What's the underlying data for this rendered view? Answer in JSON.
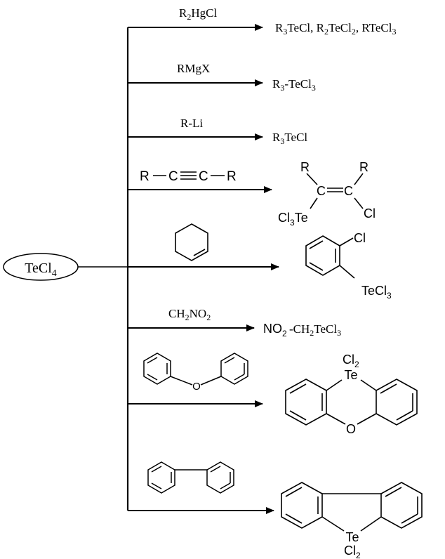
{
  "start_reagent": "TeCl",
  "start_reagent_sub": "4",
  "reactions": [
    {
      "reagent": "R2HgCl",
      "product": "R3TeCl, R2TeCl2, RTeCl3"
    },
    {
      "reagent": "RMgX",
      "product": "R3-TeCl3"
    },
    {
      "reagent": "R-Li",
      "product": "R3TeCl"
    },
    {
      "reagent": "R—C≡C—R",
      "product_atoms": [
        "R",
        "R",
        "C",
        "C",
        "Cl3Te",
        "Cl"
      ]
    },
    {
      "reagent": "cyclohexene",
      "product_atoms": [
        "Cl",
        "TeCl3"
      ]
    },
    {
      "reagent": "CH2NO2",
      "product": "NO2-CH2TeCl3"
    },
    {
      "reagent": "diphenyl ether",
      "product_atoms": [
        "Cl2",
        "Te",
        "O"
      ]
    },
    {
      "reagent": "biphenyl",
      "product_atoms": [
        "Te",
        "Cl2"
      ]
    }
  ],
  "text": {
    "r1_reagent_main": "R",
    "r1_reagent_sub": "2",
    "r1_reagent_rest": "HgCl",
    "r1_p_a": "R",
    "r1_p_a_sub": "3",
    "r1_p_b": "TeCl, R",
    "r1_p_b_sub": "2",
    "r1_p_c": "TeCl",
    "r1_p_c_sub": "2",
    "r1_p_d": ", RTeCl",
    "r1_p_d_sub": "3",
    "r2_reagent": "RMgX",
    "r2_p_a": "R",
    "r2_p_a_sub": "3",
    "r2_p_b": "-TeCl",
    "r2_p_b_sub": "3",
    "r3_reagent": "R-Li",
    "r3_p_a": "R",
    "r3_p_a_sub": "3",
    "r3_p_b": "TeCl",
    "r4_R_left": "R",
    "r4_C_left": "C",
    "r4_C_right": "C",
    "r4_R_right": "R",
    "r4_p_R1": "R",
    "r4_p_R2": "R",
    "r4_p_C1": "C",
    "r4_p_C2": "C",
    "r4_p_Cl3Te_a": "Cl",
    "r4_p_Cl3Te_sub": "3",
    "r4_p_Cl3Te_b": "Te",
    "r4_p_Cl": "Cl",
    "r5_p_Cl": "Cl",
    "r5_p_TeCl3_a": "TeCl",
    "r5_p_TeCl3_sub": "3",
    "r6_reagent_a": "CH",
    "r6_reagent_sub1": "2",
    "r6_reagent_b": "NO",
    "r6_reagent_sub2": "2",
    "r6_p_a": "NO",
    "r6_p_a_sub": "2",
    "r6_p_b": "-CH",
    "r6_p_b_sub": "2",
    "r6_p_c": "TeCl",
    "r6_p_c_sub": "3",
    "r7_reagent_O": "O",
    "r7_p_Cl2_a": "Cl",
    "r7_p_Cl2_sub": "2",
    "r7_p_Te": "Te",
    "r7_p_O": "O",
    "r8_p_Te": "Te",
    "r8_p_Cl2_a": "Cl",
    "r8_p_Cl2_sub": "2"
  },
  "colors": {
    "ink": "#000000",
    "background": "#ffffff"
  }
}
